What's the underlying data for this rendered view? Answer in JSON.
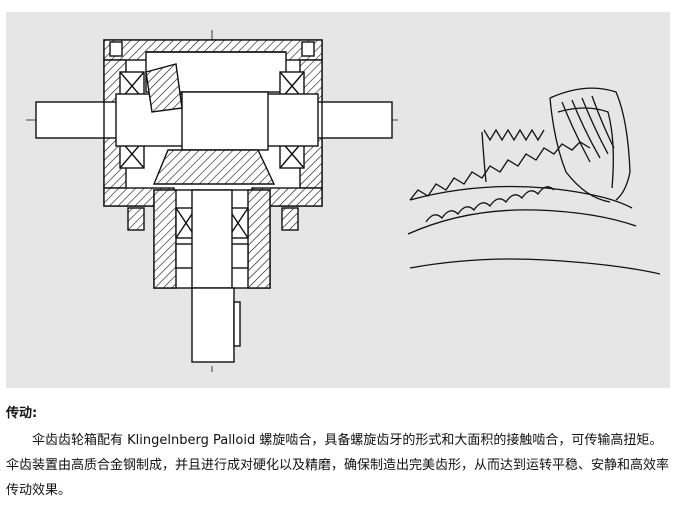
{
  "section": {
    "heading": "传动:",
    "paragraph": "伞齿齿轮箱配有 Klingelnberg Palloid 螺旋啮合，具备螺旋齿牙的形式和大面积的接触啮合，可传输高扭矩。伞齿装置由高质合金钢制成，并且进行成对硬化以及精磨，确保制造出完美齿形，从而达到运转平稳、安静和高效率传动效果。"
  },
  "colors": {
    "figure_background": "#e6e6e6",
    "hatch_fill": "#ffffff",
    "line": "#111111"
  },
  "icons": [
    "gearbox-section-drawing",
    "spiral-bevel-gear-teeth-drawing"
  ]
}
